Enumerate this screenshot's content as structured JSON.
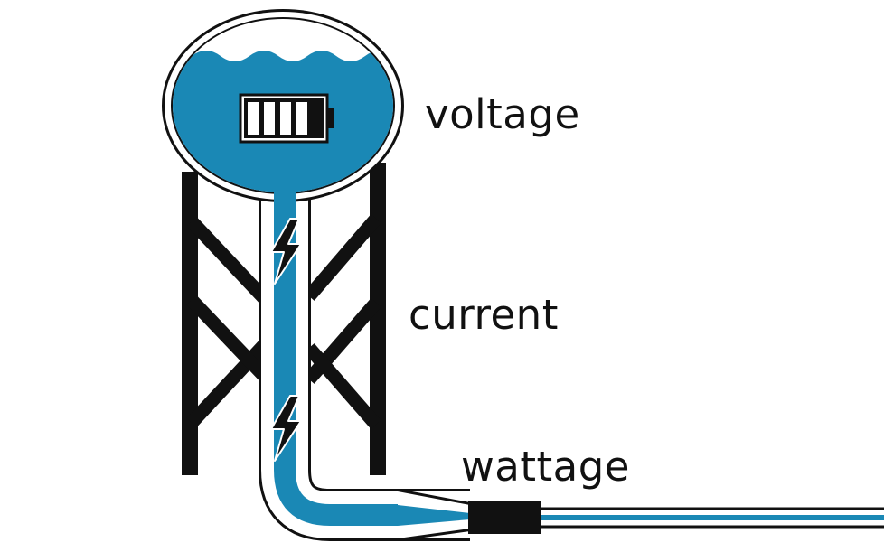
{
  "labels": {
    "voltage": "voltage",
    "current": "current",
    "wattage": "wattage"
  },
  "colors": {
    "water": "#1a88b5",
    "outline": "#111111",
    "background": "#ffffff"
  },
  "icons": [
    "battery-icon",
    "lightning-bolt-icon",
    "lightning-bolt-icon"
  ]
}
